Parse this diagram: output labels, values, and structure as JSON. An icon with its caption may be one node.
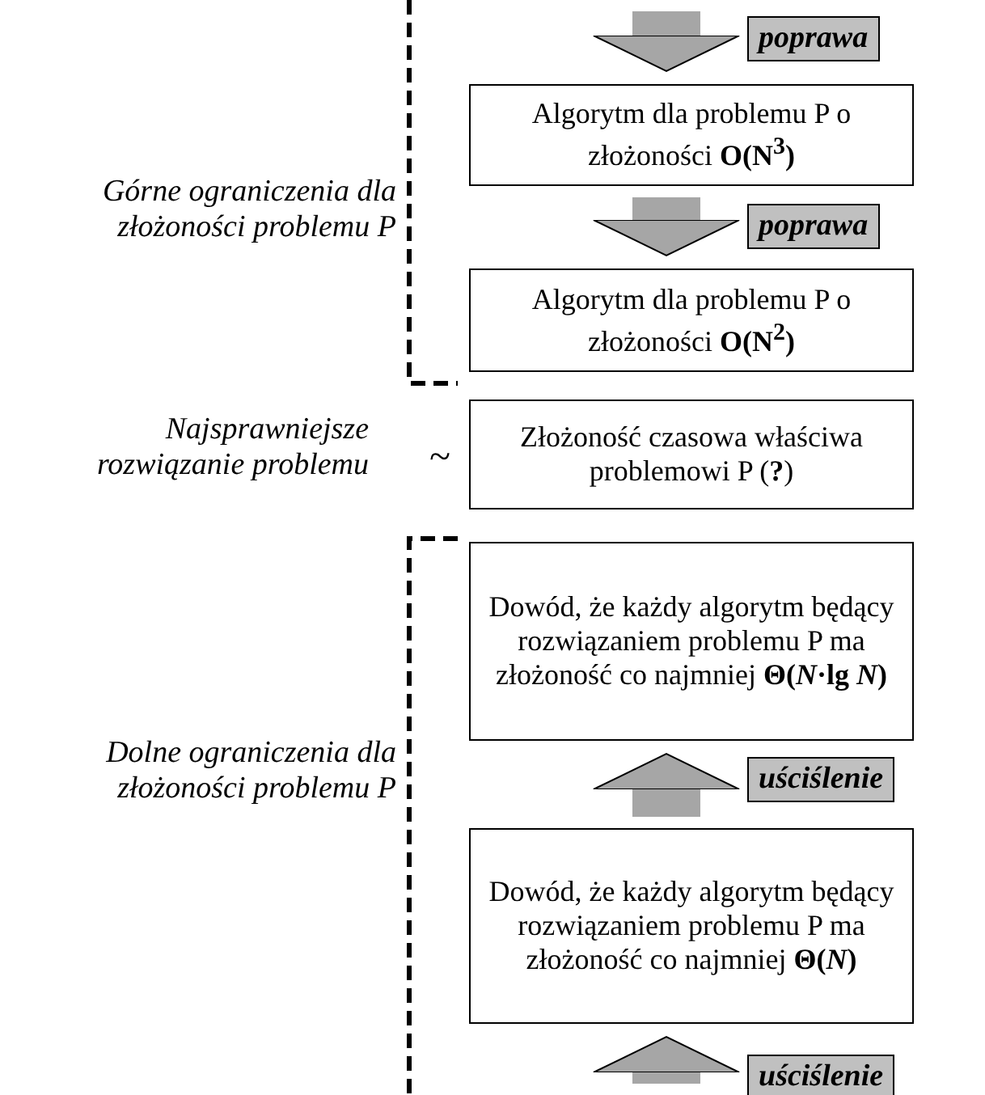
{
  "diagram": {
    "nodes": [
      {
        "text": [
          "Algorytm dla problemu P o złożoności **O(N$^{3}$)**"
        ]
      },
      {
        "text": [
          "Algorytm dla problemu P o złożoności **O(N$^{2}$)**"
        ]
      },
      {
        "text": [
          "Złożoność czasowa właściwa problemowi P (**?**)"
        ]
      },
      {
        "text": [
          "Dowód, że każdy algorytm będący rozwiązaniem problemu P ma złożoność co najmniej **Θ(*N*·lg *N*)**"
        ]
      },
      {
        "text": [
          "Dowód, że każdy algorytm będący rozwiązaniem problemu P ma złożoność co najmniej **Θ(*N*)**"
        ]
      }
    ],
    "edges": [
      {
        "from": null,
        "to": 0,
        "arrow": "to",
        "label": "poprawa"
      },
      {
        "from": 0,
        "to": 1,
        "arrow": "to",
        "label": "poprawa"
      },
      {
        "from": 4,
        "to": 3,
        "arrow": "to",
        "label": "uściślenie"
      },
      {
        "from": null,
        "to": 4,
        "arrow": "to",
        "label": "uściślenie"
      }
    ],
    "labels": [
      "Górne ograniczenia dla złożoności problemu P",
      "Najsprawniejsze rozwiązanie problemu",
      "~",
      "Dolne ograniczenia dla złożoności problemu P"
    ]
  }
}
